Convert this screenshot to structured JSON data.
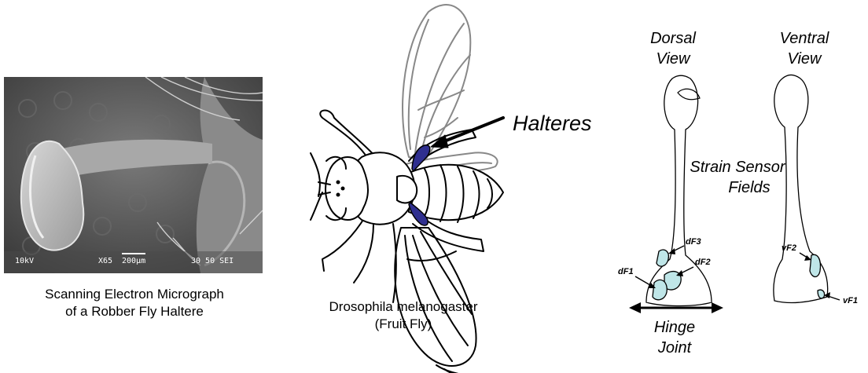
{
  "sem": {
    "caption_line1": "Scanning Electron Micrograph",
    "caption_line2": "of a Robber Fly Haltere",
    "scalebar": {
      "kv": "10kV",
      "mag": "X65",
      "scale": "200µm",
      "info": "30 50 SEI"
    }
  },
  "fly": {
    "caption_line1": "Drosophila melanogaster",
    "caption_line2": "(Fruit Fly)",
    "halteres_label": "Halteres"
  },
  "haltere_views": {
    "dorsal_line1": "Dorsal",
    "dorsal_line2": "View",
    "ventral_line1": "Ventral",
    "ventral_line2": "View",
    "strain_line1": "Strain Sensor",
    "strain_line2": "Fields",
    "hinge_line1": "Hinge",
    "hinge_line2": "Joint",
    "field_labels": {
      "dF1": "dF1",
      "dF2": "dF2",
      "dF3": "dF3",
      "vF1": "vF1",
      "vF2": "vF2"
    }
  },
  "colors": {
    "haltere_fill": "#2f2f8f",
    "sensor_field_fill": "#bfe6e8",
    "wing_stroke": "#888888"
  }
}
